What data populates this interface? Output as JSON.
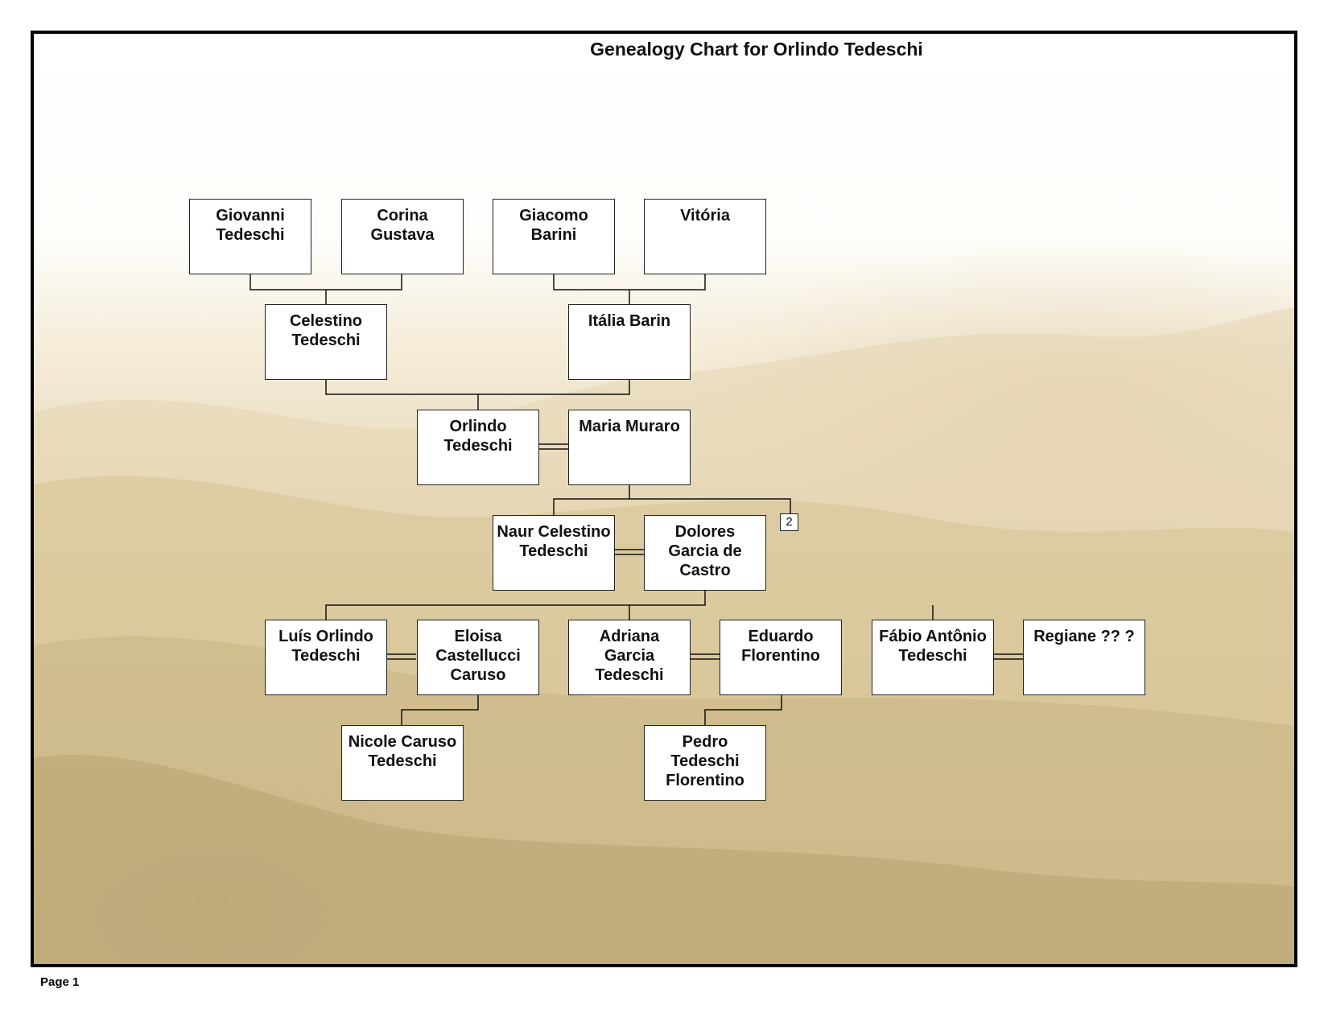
{
  "title": "Genealogy Chart for Orlindo Tedeschi",
  "people": {
    "giovanni": "Giovanni Tedeschi",
    "corina": "Corina Gustava",
    "giacomo": "Giacomo Barini",
    "vitoria": "Vitória",
    "celestino": "Celestino Tedeschi",
    "italia": "Itália Barin",
    "orlindo": "Orlindo Tedeschi",
    "maria": "Maria Muraro",
    "naur": "Naur Celestino Tedeschi",
    "dolores": "Dolores Garcia de Castro",
    "luis": "Luís Orlindo Tedeschi",
    "eloisa": "Eloisa Castellucci Caruso",
    "adriana": "Adriana Garcia Tedeschi",
    "eduardo": "Eduardo Florentino",
    "fabio": "Fábio Antônio Tedeschi",
    "regiane": "Regiane ?? ?",
    "nicole": "Nicole Caruso Tedeschi",
    "pedro": "Pedro Tedeschi Florentino"
  },
  "more_children_badge": "2",
  "footer": {
    "page_label": "Page 1"
  }
}
